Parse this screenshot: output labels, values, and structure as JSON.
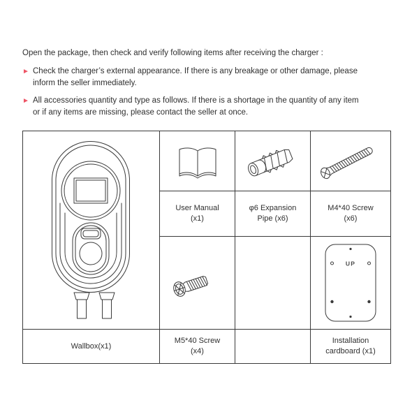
{
  "document": {
    "intro": "Open the package, then check and verify following items after receiving the charger :",
    "bullet_glyph": "►",
    "bullets": [
      {
        "lines": [
          "Check the charger’s external appearance. If there is any breakage or other damage, please",
          "inform the seller immediately."
        ]
      },
      {
        "lines": [
          "All accessories quantity and type as follows. If there is a shortage in the quantity of any item",
          "or if any items are missing, please contact the seller at once."
        ]
      }
    ]
  },
  "colors": {
    "bullet_arrow": "#ee5566",
    "text": "#2f2f2f",
    "table_lines": "#3a3a3a"
  },
  "accessories_table": {
    "wallbox_cell": {
      "icon": "wallbox-illustration",
      "label": "Wallbox(x1)"
    },
    "cells": [
      {
        "icon": "user-manual-book-icon",
        "lines": [
          "User Manual",
          "(x1)"
        ]
      },
      {
        "icon": "expansion-pipe-icon",
        "lines": [
          "φ6 Expansion",
          "Pipe (x6)"
        ]
      },
      {
        "icon": "m4-screw-icon",
        "lines": [
          "M4*40 Screw",
          "(x6)"
        ]
      },
      {
        "icon": "m5-screw-icon",
        "lines": [
          "M5*40 Screw",
          "(x4)"
        ]
      },
      {
        "icon": "",
        "lines": [
          "",
          ""
        ]
      },
      {
        "icon": "installation-cardboard-icon",
        "lines": [
          "Installation",
          "cardboard (x1)"
        ]
      }
    ],
    "cardboard_marking": "UP"
  }
}
